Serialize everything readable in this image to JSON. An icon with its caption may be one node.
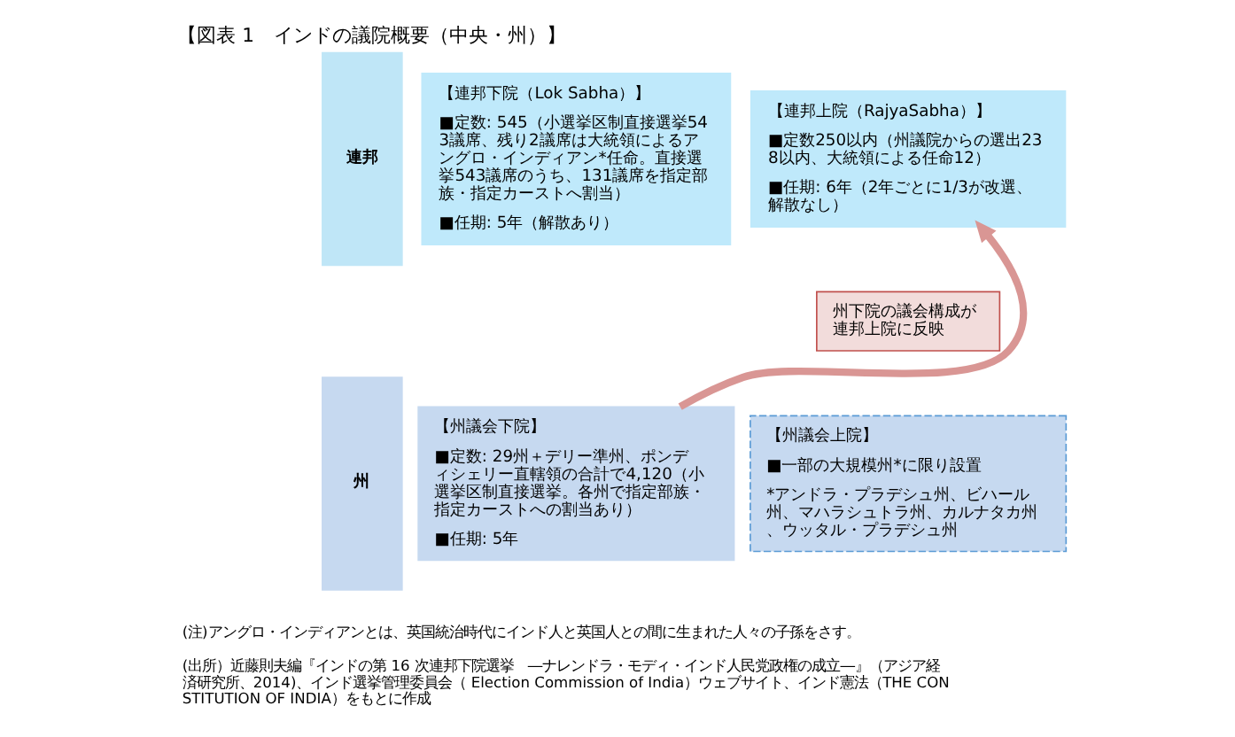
{
  "diagram": {
    "title": "【図表 1　インドの議院概要（中央・州）】",
    "nodes": [
      {
        "text": [
          "連邦"
        ]
      },
      {
        "text": [
          "州"
        ]
      },
      {
        "text": [
          "【連邦下院（Lok Sabha）】",
          "■定数: 545（小選挙区制直接選挙543議席、残り2議席は大統領によるアングロ・インディアン*任命。直接選挙543議席のうち、131議席を指定部族・指定カーストへ割当）",
          "■任期: 5年（解散あり）"
        ]
      },
      {
        "text": [
          "【連邦上院（RajyaSabha）】",
          "■定数250以内（州議院からの選出238以内、大統領による任命12）",
          "■任期: 6年（2年ごとに1/3が改選、解散なし）"
        ]
      },
      {
        "text": [
          "【州議会下院】",
          "■定数: 29州＋デリー準州、ポンディシェリー直轄領の合計で4,120（小選挙区制直接選挙。各州で指定部族・指定カーストへの割当あり）",
          "■任期: 5年"
        ]
      },
      {
        "text": [
          "【州議会上院】",
          "■一部の大規模州*に限り設置",
          "*アンドラ・プラデシュ州、ビハール州、マハラシュトラ州、カルナタカ州、ウッタル・プラデシュ州"
        ]
      },
      {
        "text": [
          "州下院の議会構成が連邦上院に反映"
        ]
      }
    ],
    "edges": [
      {
        "from": 4,
        "to": 3,
        "arrow": "to",
        "color": "#d99694"
      }
    ],
    "labels": [
      "(注)アングロ・インディアンとは、英国統治時代にインド人と英国人との間に生まれた人々の子孫をさす。",
      "(出所）近藤則夫編『インドの第 16 次連邦下院選挙　―ナレンドラ・モディ・インド人民党政権の成立―』（アジア経済研究所、2014)、インド選挙管理委員会（ Election Commission of India）ウェブサイト、インド憲法（THE CONSTITUTION OF INDIA）をもとに作成"
    ]
  }
}
